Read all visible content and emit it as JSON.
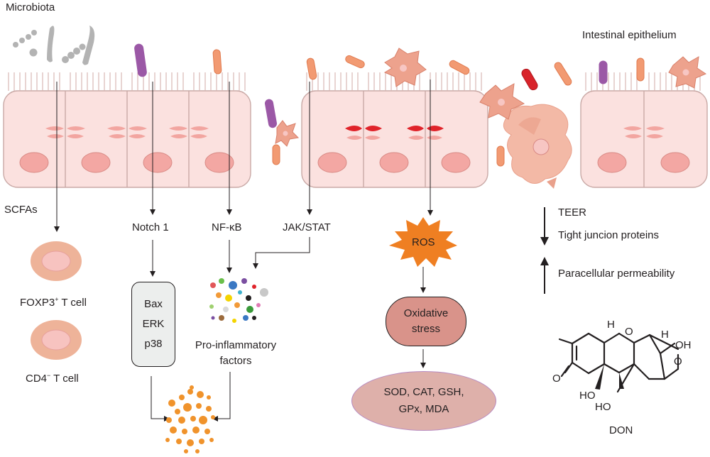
{
  "labels": {
    "microbiota": "Microbiota",
    "intestinal_epithelium": "Intestinal epithelium",
    "scfas": "SCFAs",
    "foxp3_prefix": "FOXP3",
    "foxp3_sup": "+",
    "foxp3_suffix": " T cell",
    "cd4_prefix": "CD4",
    "cd4_sup": "−",
    "cd4_suffix": " T cell",
    "notch1": "Notch 1",
    "nfkb": "NF-κB",
    "jakstat": "JAK/STAT",
    "bax": "Bax",
    "erk": "ERK",
    "p38": "p38",
    "pro_inflammatory_line1": "Pro-inflammatory",
    "pro_inflammatory_line2": "factors",
    "ros": "ROS",
    "oxidative_line1": "Oxidative",
    "oxidative_line2": "stress",
    "markers_line1": "SOD, CAT, GSH,",
    "markers_line2": "GPx, MDA",
    "teer": "TEER",
    "tight_junction": "Tight juncion proteins",
    "paracellular": "Paracellular permeability",
    "don": "DON",
    "don_atoms": {
      "h1": "H",
      "o_ring": "O",
      "h2": "H",
      "oh1": "OH",
      "o_ketone": "O",
      "o_epoxide": "O",
      "ho1": "HO",
      "ho2": "HO"
    }
  },
  "colors": {
    "cell_fill": "#fbe1df",
    "cell_stroke": "#c9a9a6",
    "nucleus": "#f3a7a3",
    "tight_junction_normal": "#f2a5a0",
    "tight_junction_damaged": "#e0232a",
    "t_cell_outer": "#eeb399",
    "t_cell_inner": "#f7c3c0",
    "ros": "#ef7f22",
    "oxidative_fill": "#d9938a",
    "markers_fill": "#deb0aa",
    "marker_box": "#eceeed",
    "bacteria_purple": "#9b58a6",
    "bacteria_orange": "#f29a72",
    "bacteria_red": "#d8232a",
    "microbiota_grey": "#b3b3b3",
    "apoptosis_dots": "#f0932c"
  },
  "icons": {
    "arrow_down": "teer-down-arrow-icon",
    "arrow_up": "permeability-up-arrow-icon",
    "ros_shape": "ros-splat-icon",
    "bacteria": "bacteria-icon"
  }
}
